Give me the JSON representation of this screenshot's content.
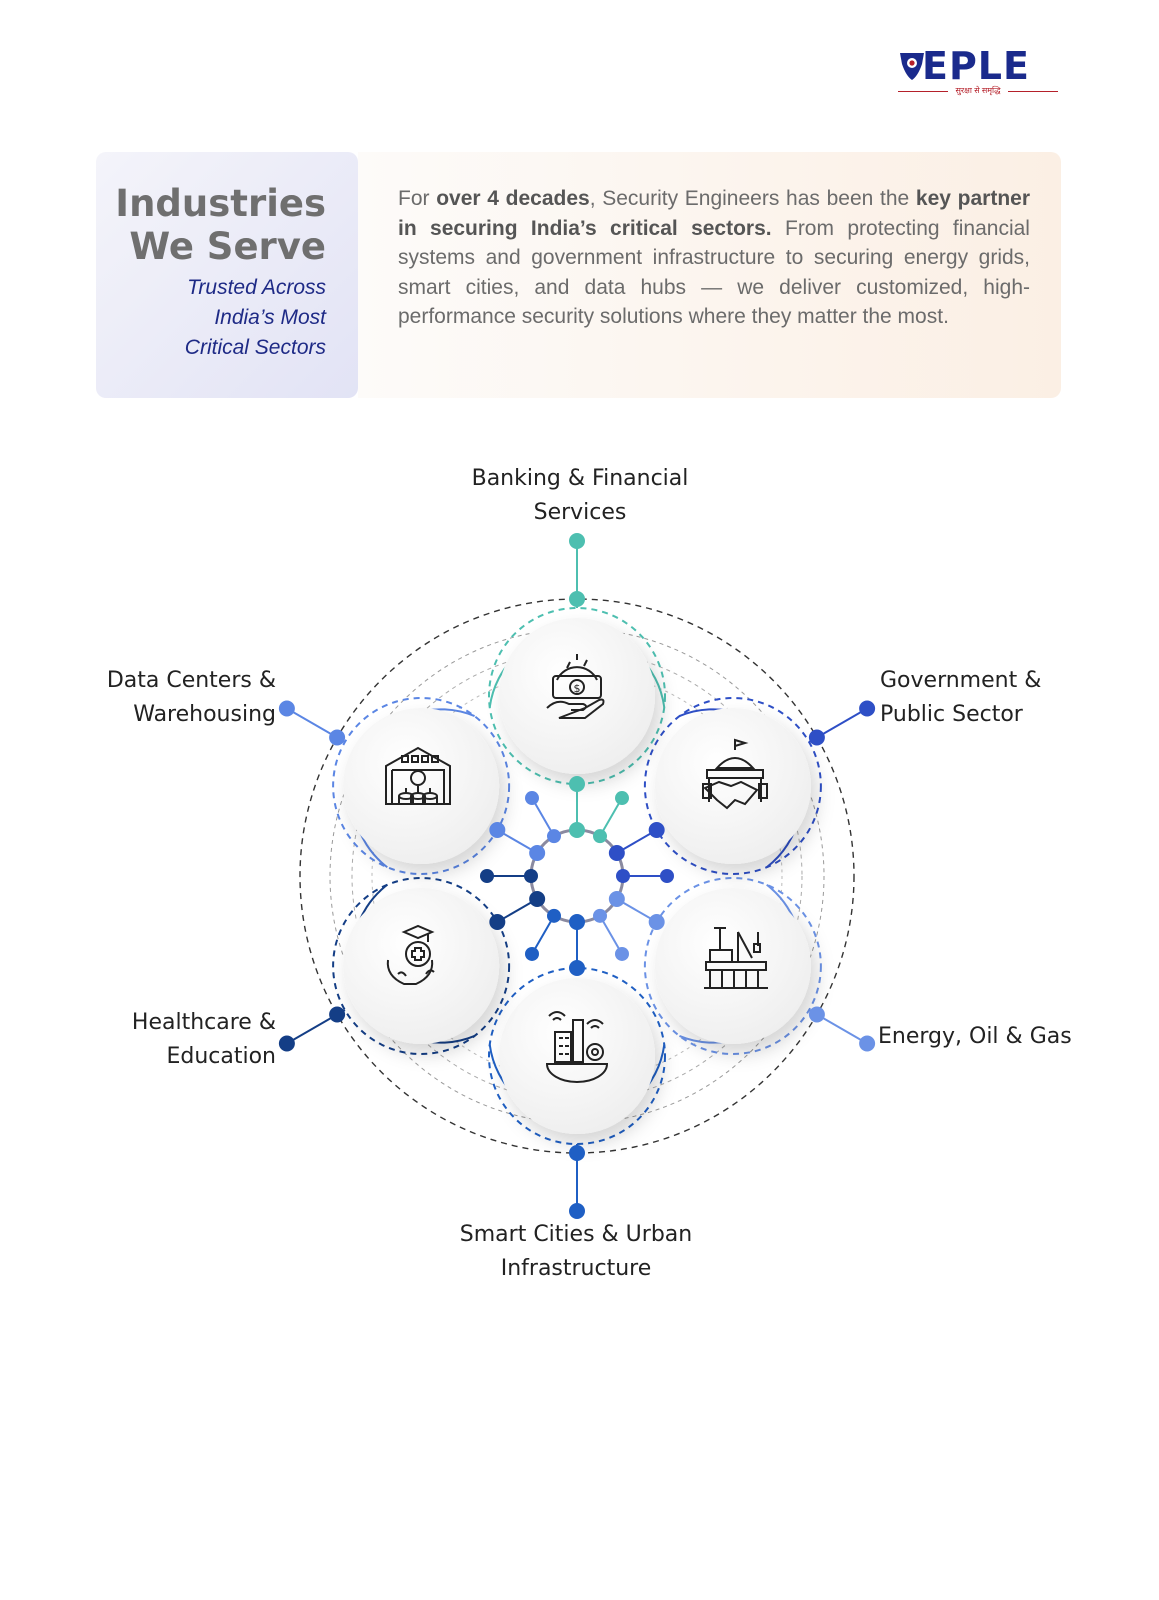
{
  "brand": {
    "name": "EPLE",
    "tagline": "सुरक्षा से समृद्धि",
    "color": "#1a2a8c",
    "accent": "#b5202a"
  },
  "hero": {
    "title_line1": "Industries",
    "title_line2": "We Serve",
    "subtitle_line1": "Trusted Across",
    "subtitle_line2": "India’s Most",
    "subtitle_line3": "Critical Sectors",
    "body": {
      "t1": "For ",
      "b1": "over 4 decades",
      "t2": ", Security Engineers has been the ",
      "b2": "key partner in securing India’s critical sectors.",
      "t3": " From protecting financial systems and government infrastructure to securing energy grids, smart cities, and data hubs — we deliver customized, high-performance security solutions where they matter the most."
    }
  },
  "sectors": [
    {
      "line1": "Banking & Financial",
      "line2": "Services",
      "icon": "money-hand-gear-icon",
      "color": "#4dbfb0"
    },
    {
      "line1": "Government &",
      "line2": "Public Sector",
      "icon": "government-handshake-icon",
      "color": "#2e4fc6"
    },
    {
      "line1": "Energy, Oil & Gas",
      "line2": "",
      "icon": "oil-rig-icon",
      "color": "#6b92e6"
    },
    {
      "line1": "Smart Cities & Urban",
      "line2": "Infrastructure",
      "icon": "smart-city-icon",
      "color": "#1f5fc4"
    },
    {
      "line1": "Healthcare &",
      "line2": "Education",
      "icon": "healthcare-education-icon",
      "color": "#143e86"
    },
    {
      "line1": "Data Centers &",
      "line2": "Warehousing",
      "icon": "warehouse-data-icon",
      "color": "#5b86e4"
    }
  ]
}
